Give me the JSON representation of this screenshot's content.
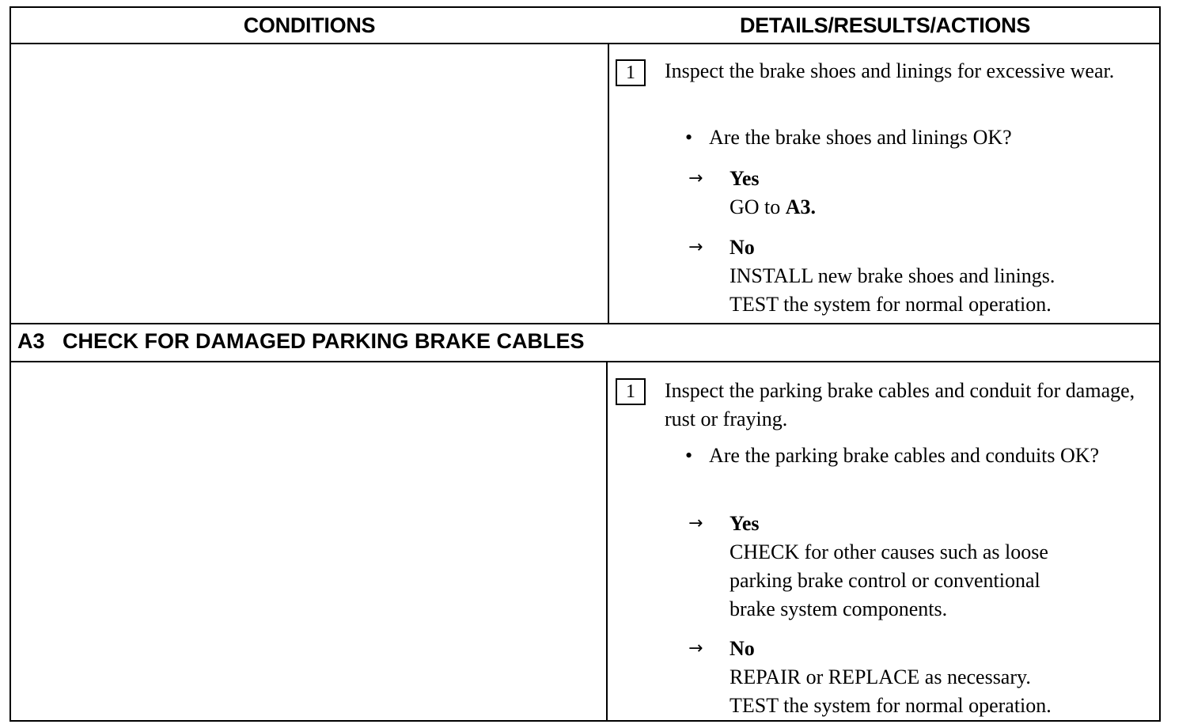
{
  "header": {
    "conditions": "CONDITIONS",
    "details": "DETAILS/RESULTS/ACTIONS"
  },
  "block1": {
    "step_number": "1",
    "instruction": "Inspect the brake shoes and linings for excessive wear.",
    "question": "Are the brake shoes and linings OK?",
    "yes": {
      "label": "Yes",
      "line1_prefix": "GO to ",
      "line1_ref": "A3."
    },
    "no": {
      "label": "No",
      "line1": "INSTALL new brake shoes and linings.",
      "line2": "TEST the system for normal operation."
    }
  },
  "section_a3": {
    "title": "A3   CHECK FOR DAMAGED PARKING BRAKE CABLES"
  },
  "block2": {
    "step_number": "1",
    "instruction": "Inspect the parking brake cables and conduit for damage, rust or fraying.",
    "question": "Are the parking brake cables and conduits OK?",
    "yes": {
      "label": "Yes",
      "line1": "CHECK for other causes such as loose",
      "line2": "parking brake control or conventional",
      "line3": "brake system components."
    },
    "no": {
      "label": "No",
      "line1": "REPAIR or REPLACE as necessary.",
      "line2": "TEST the system for normal operation."
    }
  },
  "icons": {
    "arrow": "right-arrow-icon",
    "bullet": "bullet-icon"
  }
}
